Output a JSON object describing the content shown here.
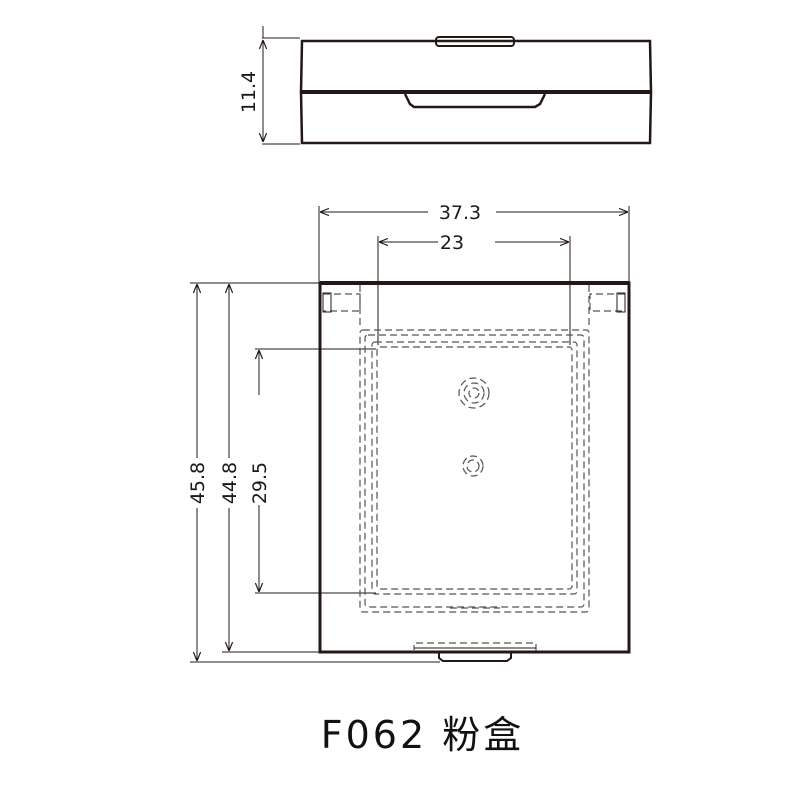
{
  "drawing": {
    "title": "F062 粉盒",
    "product_code": "F062",
    "product_name": "粉盒",
    "units": "mm",
    "line_color": "#231815",
    "side_view": {
      "height_dim": "11.4"
    },
    "top_view": {
      "overall_width_dim": "37.3",
      "inner_width_dim": "23",
      "overall_length_dim": "45.8",
      "body_length_dim": "44.8",
      "inner_length_dim": "29.5"
    }
  }
}
